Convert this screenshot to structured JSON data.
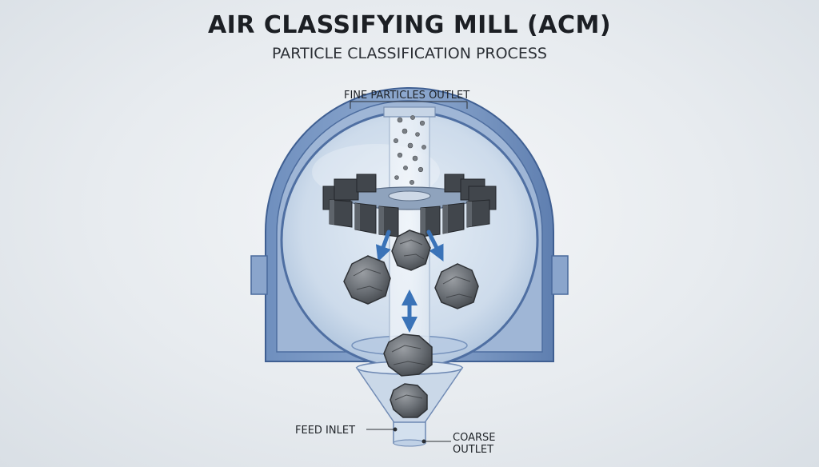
{
  "header": {
    "title": "AIR CLASSIFYING MILL (ACM)",
    "subtitle": "PARTICLE CLASSIFICATION PROCESS"
  },
  "labels": {
    "fine_outlet": "FINE PARTICLES OUTLET",
    "feed_inlet": "FEED INLET",
    "coarse_outlet_line1": "COARSE",
    "coarse_outlet_line2": "OUTLET"
  },
  "colors": {
    "housing_outer": "#5f7fb0",
    "housing_inner": "#a9bfdc",
    "chamber_glass": "#d3e0ee",
    "arrow_blue": "#3a73b8",
    "particle_gray": "#6e7378",
    "rotor_dark": "#3d4147"
  }
}
